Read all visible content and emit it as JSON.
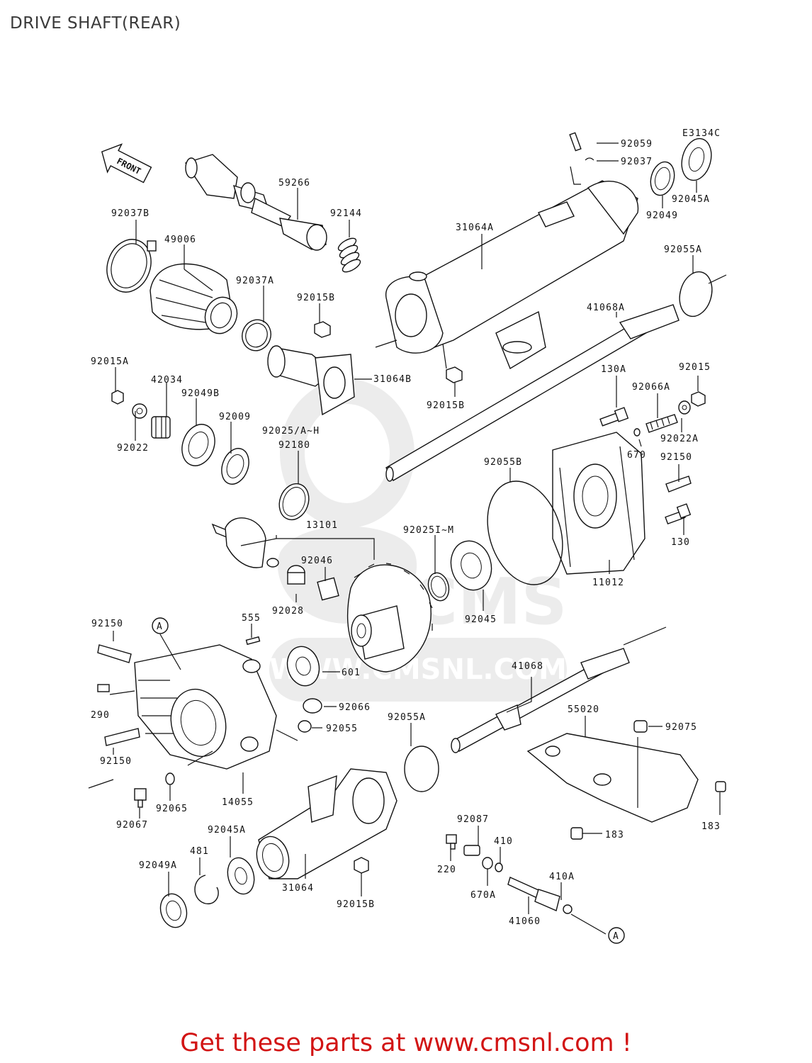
{
  "page": {
    "title": "DRIVE SHAFT(REAR)",
    "footer": "Get these parts at www.cmsnl.com !",
    "diagram_code": "E3134C",
    "front_arrow": "FRONT",
    "watermark": "WWW.CMSNL.COM"
  },
  "labels": {
    "p59266": "59266",
    "p92144": "92144",
    "p92037B": "92037B",
    "p49006": "49006",
    "p92037A": "92037A",
    "p92015B_a": "92015B",
    "p31064B": "31064B",
    "p92015A": "92015A",
    "p42034": "42034",
    "p92049B": "92049B",
    "p92009": "92009",
    "p92022": "92022",
    "p92025AH": "92025/A~H",
    "p92180": "92180",
    "p92059": "92059",
    "p92037": "92037",
    "p92045A_top": "92045A",
    "p92049": "92049",
    "p31064A": "31064A",
    "p92055A_top": "92055A",
    "p41068A": "41068A",
    "p92015B_b": "92015B",
    "p130A": "130A",
    "p92015": "92015",
    "p92066A": "92066A",
    "p92022A": "92022A",
    "p670": "670",
    "p92150_right": "92150",
    "p92055B": "92055B",
    "p130": "130",
    "p11012": "11012",
    "p13101": "13101",
    "p92046": "92046",
    "p92028": "92028",
    "p92025IM": "92025I~M",
    "p92045": "92045",
    "p92150_top": "92150",
    "pA_left": "A",
    "p555": "555",
    "p290": "290",
    "p601": "601",
    "p41068": "41068",
    "p92066": "92066",
    "p92055": "92055",
    "p92055A_mid": "92055A",
    "p55020": "55020",
    "p92075": "92075",
    "p92150_bottom": "92150",
    "p92065": "92065",
    "p14055": "14055",
    "p92067": "92067",
    "p183_right": "183",
    "p183_mid": "183",
    "p92087": "92087",
    "p410": "410",
    "p92045A_bottom": "92045A",
    "p481": "481",
    "p92049A": "92049A",
    "p31064": "31064",
    "p92015B_c": "92015B",
    "p220": "220",
    "p670A": "670A",
    "p410A": "410A",
    "p41060": "41060",
    "pA_right": "A"
  },
  "colors": {
    "line": "#111111",
    "background": "#ffffff",
    "footer": "#d21414",
    "watermark": "#e9e9e9"
  }
}
